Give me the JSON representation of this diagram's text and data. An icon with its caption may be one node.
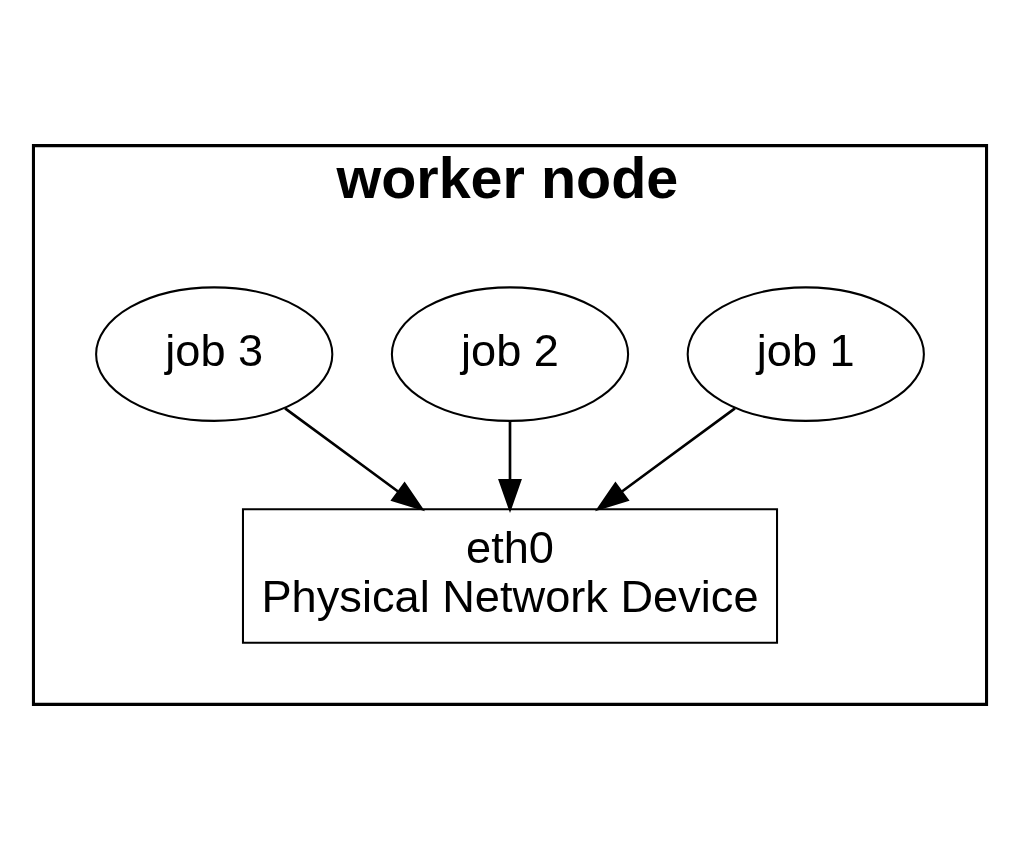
{
  "diagram": {
    "nodes": [
      {
        "text": [
          "worker node"
        ]
      },
      {
        "text": [
          "job 1"
        ],
        "in": 0
      },
      {
        "text": [
          "job 2"
        ],
        "in": 0
      },
      {
        "text": [
          "job 3"
        ],
        "in": 0
      },
      {
        "text": [
          "eth0",
          "Physical Network Device"
        ],
        "in": 0
      }
    ],
    "edges": [
      {
        "from": 1,
        "to": 4,
        "arrow": "to"
      },
      {
        "from": 2,
        "to": 4,
        "arrow": "to"
      },
      {
        "from": 3,
        "to": 4,
        "arrow": "to"
      }
    ]
  }
}
